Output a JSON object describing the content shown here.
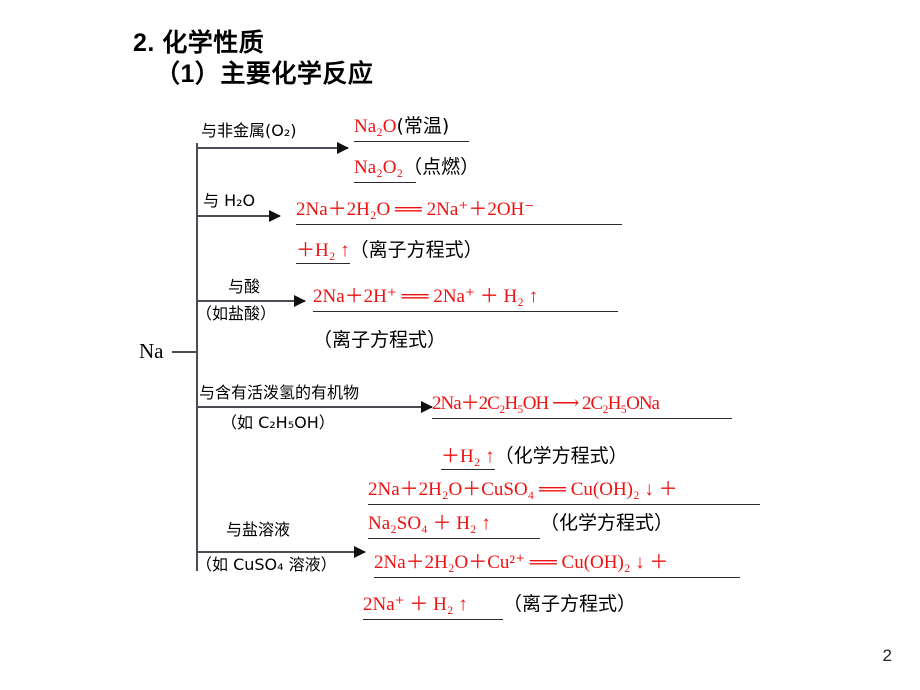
{
  "slide": {
    "page_number": "2",
    "title": {
      "line1": "2. 化学性质",
      "line2": "（1）主要化学反应"
    },
    "accent_red": "#ee1111",
    "line_color": "#4b4b55",
    "root_node": "Na"
  },
  "branches": [
    {
      "id": "nonmetal",
      "label": "与非金属(O₂)",
      "sublabel": "",
      "equations": [
        {
          "red": "Na₂O",
          "black": "(常温)",
          "underline": true
        },
        {
          "red": "Na₂O₂",
          "black": "（点燃）",
          "underline": true
        }
      ]
    },
    {
      "id": "water",
      "label": "与 H₂O",
      "sublabel": "",
      "equations": [
        {
          "red": "2Na＋2H₂O ══ 2Na⁺＋2OH⁻",
          "black": "",
          "underline": true
        },
        {
          "red": "＋H₂ ↑",
          "black": "（离子方程式）",
          "underline": true
        }
      ]
    },
    {
      "id": "acid",
      "label": "与酸",
      "sublabel": "（如盐酸）",
      "equations": [
        {
          "red": "2Na＋2H⁺ ══ 2Na⁺ ＋ H₂ ↑",
          "black": "",
          "underline": true
        },
        {
          "red": "",
          "black": "（离子方程式）",
          "underline": false
        }
      ]
    },
    {
      "id": "organic",
      "label": "与含有活泼氢的有机物",
      "sublabel": "（如 C₂H₅OH）",
      "equations": [
        {
          "red": "2Na＋2C₂H₅OH ⟶ 2C₂H₅ONa",
          "black": "",
          "underline": true
        },
        {
          "red": "＋H₂ ↑",
          "black": "（化学方程式）",
          "underline": true
        }
      ]
    },
    {
      "id": "salt-solution",
      "label": "与盐溶液",
      "sublabel": "（如 CuSO₄ 溶液）",
      "equations": [
        {
          "red": "2Na＋2H₂O＋CuSO₄ ══ Cu(OH)₂ ↓ ＋",
          "black": "",
          "underline": true
        },
        {
          "red": "Na₂SO₄ ＋ H₂ ↑",
          "black": "（化学方程式）",
          "underline": true
        },
        {
          "red": "2Na＋2H₂O＋Cu²⁺ ══ Cu(OH)₂ ↓ ＋",
          "black": "",
          "underline": true
        },
        {
          "red": "2Na⁺ ＋ H₂ ↑",
          "black": "（离子方程式）",
          "underline": true
        }
      ]
    }
  ]
}
